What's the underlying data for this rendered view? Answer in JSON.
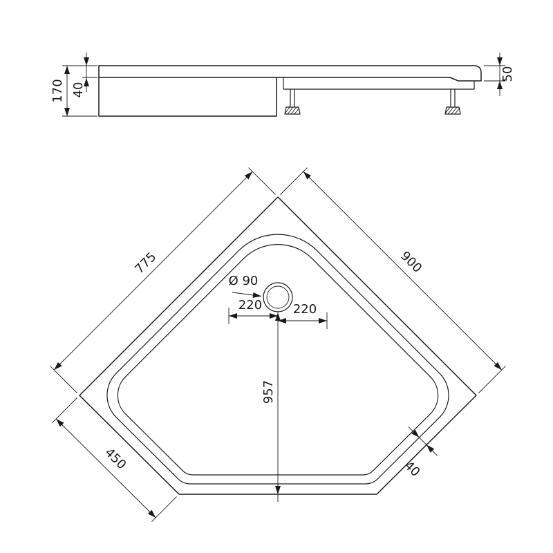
{
  "document": {
    "type": "technical-drawing",
    "subject": "pentagonal shower tray, side elevation and plan view",
    "background_color": "#ffffff",
    "line_color": "#1a1a1a"
  },
  "side_view": {
    "height_total": "170",
    "tray_height": "40",
    "rim_height": "50"
  },
  "plan_view": {
    "left_edge": "775",
    "right_edge": "900",
    "drain_diameter": "Ø 90",
    "drain_offset_left": "220",
    "drain_offset_right": "220",
    "length_to_front": "957",
    "front_corner_edge": "450",
    "rim_width": "40"
  }
}
